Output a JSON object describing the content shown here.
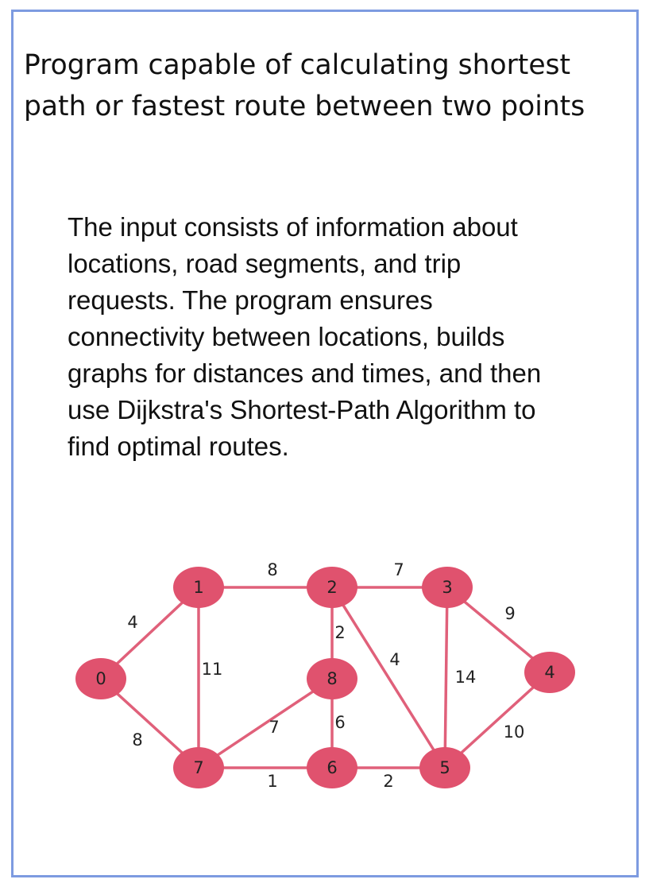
{
  "title": "Program capable of calculating shortest path or fastest route between two points",
  "description": "The input consists of information about locations, road segments, and trip requests. The program ensures connectivity between locations, builds graphs for distances and times, and then use Dijkstra's Shortest-Path Algorithm to find optimal routes.",
  "graph": {
    "colors": {
      "node": "#e0526e",
      "edge": "#e0607a",
      "border": "#7d9be0"
    },
    "nodes": [
      "0",
      "1",
      "2",
      "3",
      "4",
      "5",
      "6",
      "7",
      "8"
    ],
    "edges": [
      {
        "from": "0",
        "to": "1",
        "weight": "4"
      },
      {
        "from": "0",
        "to": "7",
        "weight": "8"
      },
      {
        "from": "1",
        "to": "2",
        "weight": "8"
      },
      {
        "from": "1",
        "to": "7",
        "weight": "11"
      },
      {
        "from": "2",
        "to": "3",
        "weight": "7"
      },
      {
        "from": "2",
        "to": "8",
        "weight": "2"
      },
      {
        "from": "2",
        "to": "5",
        "weight": "4"
      },
      {
        "from": "3",
        "to": "4",
        "weight": "9"
      },
      {
        "from": "3",
        "to": "5",
        "weight": "14"
      },
      {
        "from": "4",
        "to": "5",
        "weight": "10"
      },
      {
        "from": "5",
        "to": "6",
        "weight": "2"
      },
      {
        "from": "6",
        "to": "7",
        "weight": "1"
      },
      {
        "from": "6",
        "to": "8",
        "weight": "6"
      },
      {
        "from": "7",
        "to": "8",
        "weight": "7"
      }
    ]
  }
}
